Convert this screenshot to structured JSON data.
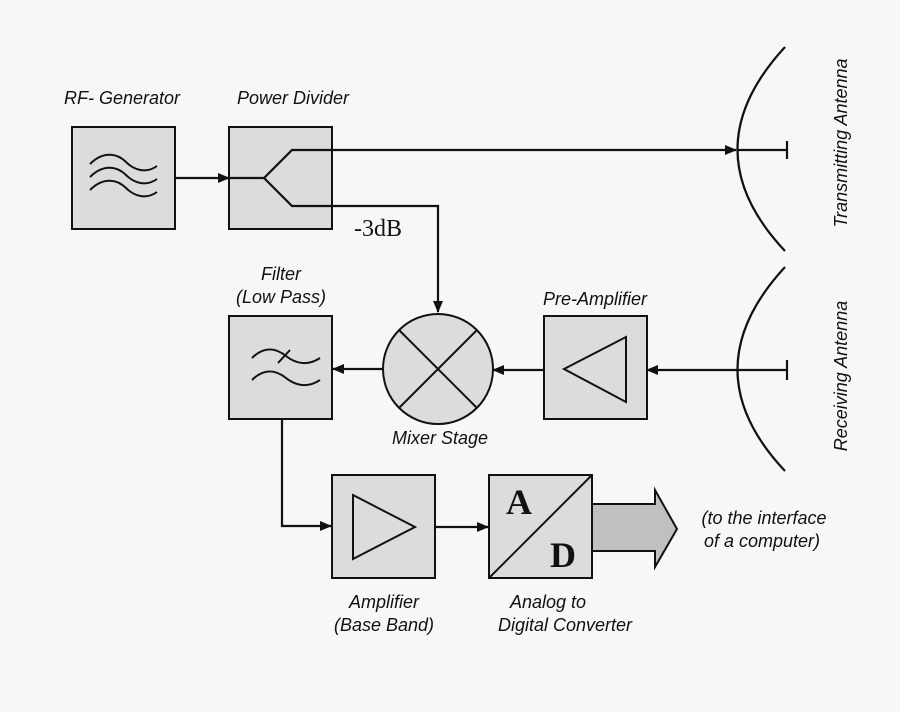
{
  "diagram": {
    "type": "block-diagram",
    "subject": "Radar / RF measurement signal chain",
    "colors": {
      "background": "#f7f7f7",
      "block_fill": "#dcdcdc",
      "line": "#111111",
      "output_arrow_fill": "#c0c0c0"
    },
    "blocks": {
      "rf_generator": {
        "label": "RF- Generator",
        "icon": "sine-waves-icon"
      },
      "power_divider": {
        "label": "Power Divider",
        "icon": "splitter-icon"
      },
      "filter": {
        "label_line1": "Filter",
        "label_line2": "(Low Pass)",
        "icon": "low-pass-filter-icon"
      },
      "mixer": {
        "label": "Mixer Stage",
        "icon": "mixer-cross-icon"
      },
      "pre_amplifier": {
        "label": "Pre-Amplifier",
        "icon": "amplifier-triangle-icon"
      },
      "amplifier": {
        "label_line1": "Amplifier",
        "label_line2": "(Base Band)",
        "icon": "amplifier-triangle-icon"
      },
      "adc": {
        "label_line1": "Analog to",
        "label_line2": "Digital Converter",
        "letter_a": "A",
        "letter_d": "D"
      },
      "transmitting_antenna": {
        "label": "Transmitting Antenna",
        "icon": "antenna-dish-icon"
      },
      "receiving_antenna": {
        "label": "Receiving Antenna",
        "icon": "antenna-dish-icon"
      }
    },
    "annotations": {
      "attenuation": "-3dB",
      "output_line1": "(to the interface",
      "output_line2": "of a computer)"
    },
    "connections": [
      {
        "from": "RF- Generator",
        "to": "Power Divider"
      },
      {
        "from": "Power Divider",
        "to": "Transmitting Antenna"
      },
      {
        "from": "Power Divider",
        "to": "Mixer Stage",
        "note": "-3dB"
      },
      {
        "from": "Receiving Antenna",
        "to": "Pre-Amplifier"
      },
      {
        "from": "Pre-Amplifier",
        "to": "Mixer Stage"
      },
      {
        "from": "Mixer Stage",
        "to": "Filter (Low Pass)"
      },
      {
        "from": "Filter (Low Pass)",
        "to": "Amplifier (Base Band)"
      },
      {
        "from": "Amplifier (Base Band)",
        "to": "Analog to Digital Converter"
      },
      {
        "from": "Analog to Digital Converter",
        "to": "(to the interface of a computer)"
      }
    ]
  }
}
